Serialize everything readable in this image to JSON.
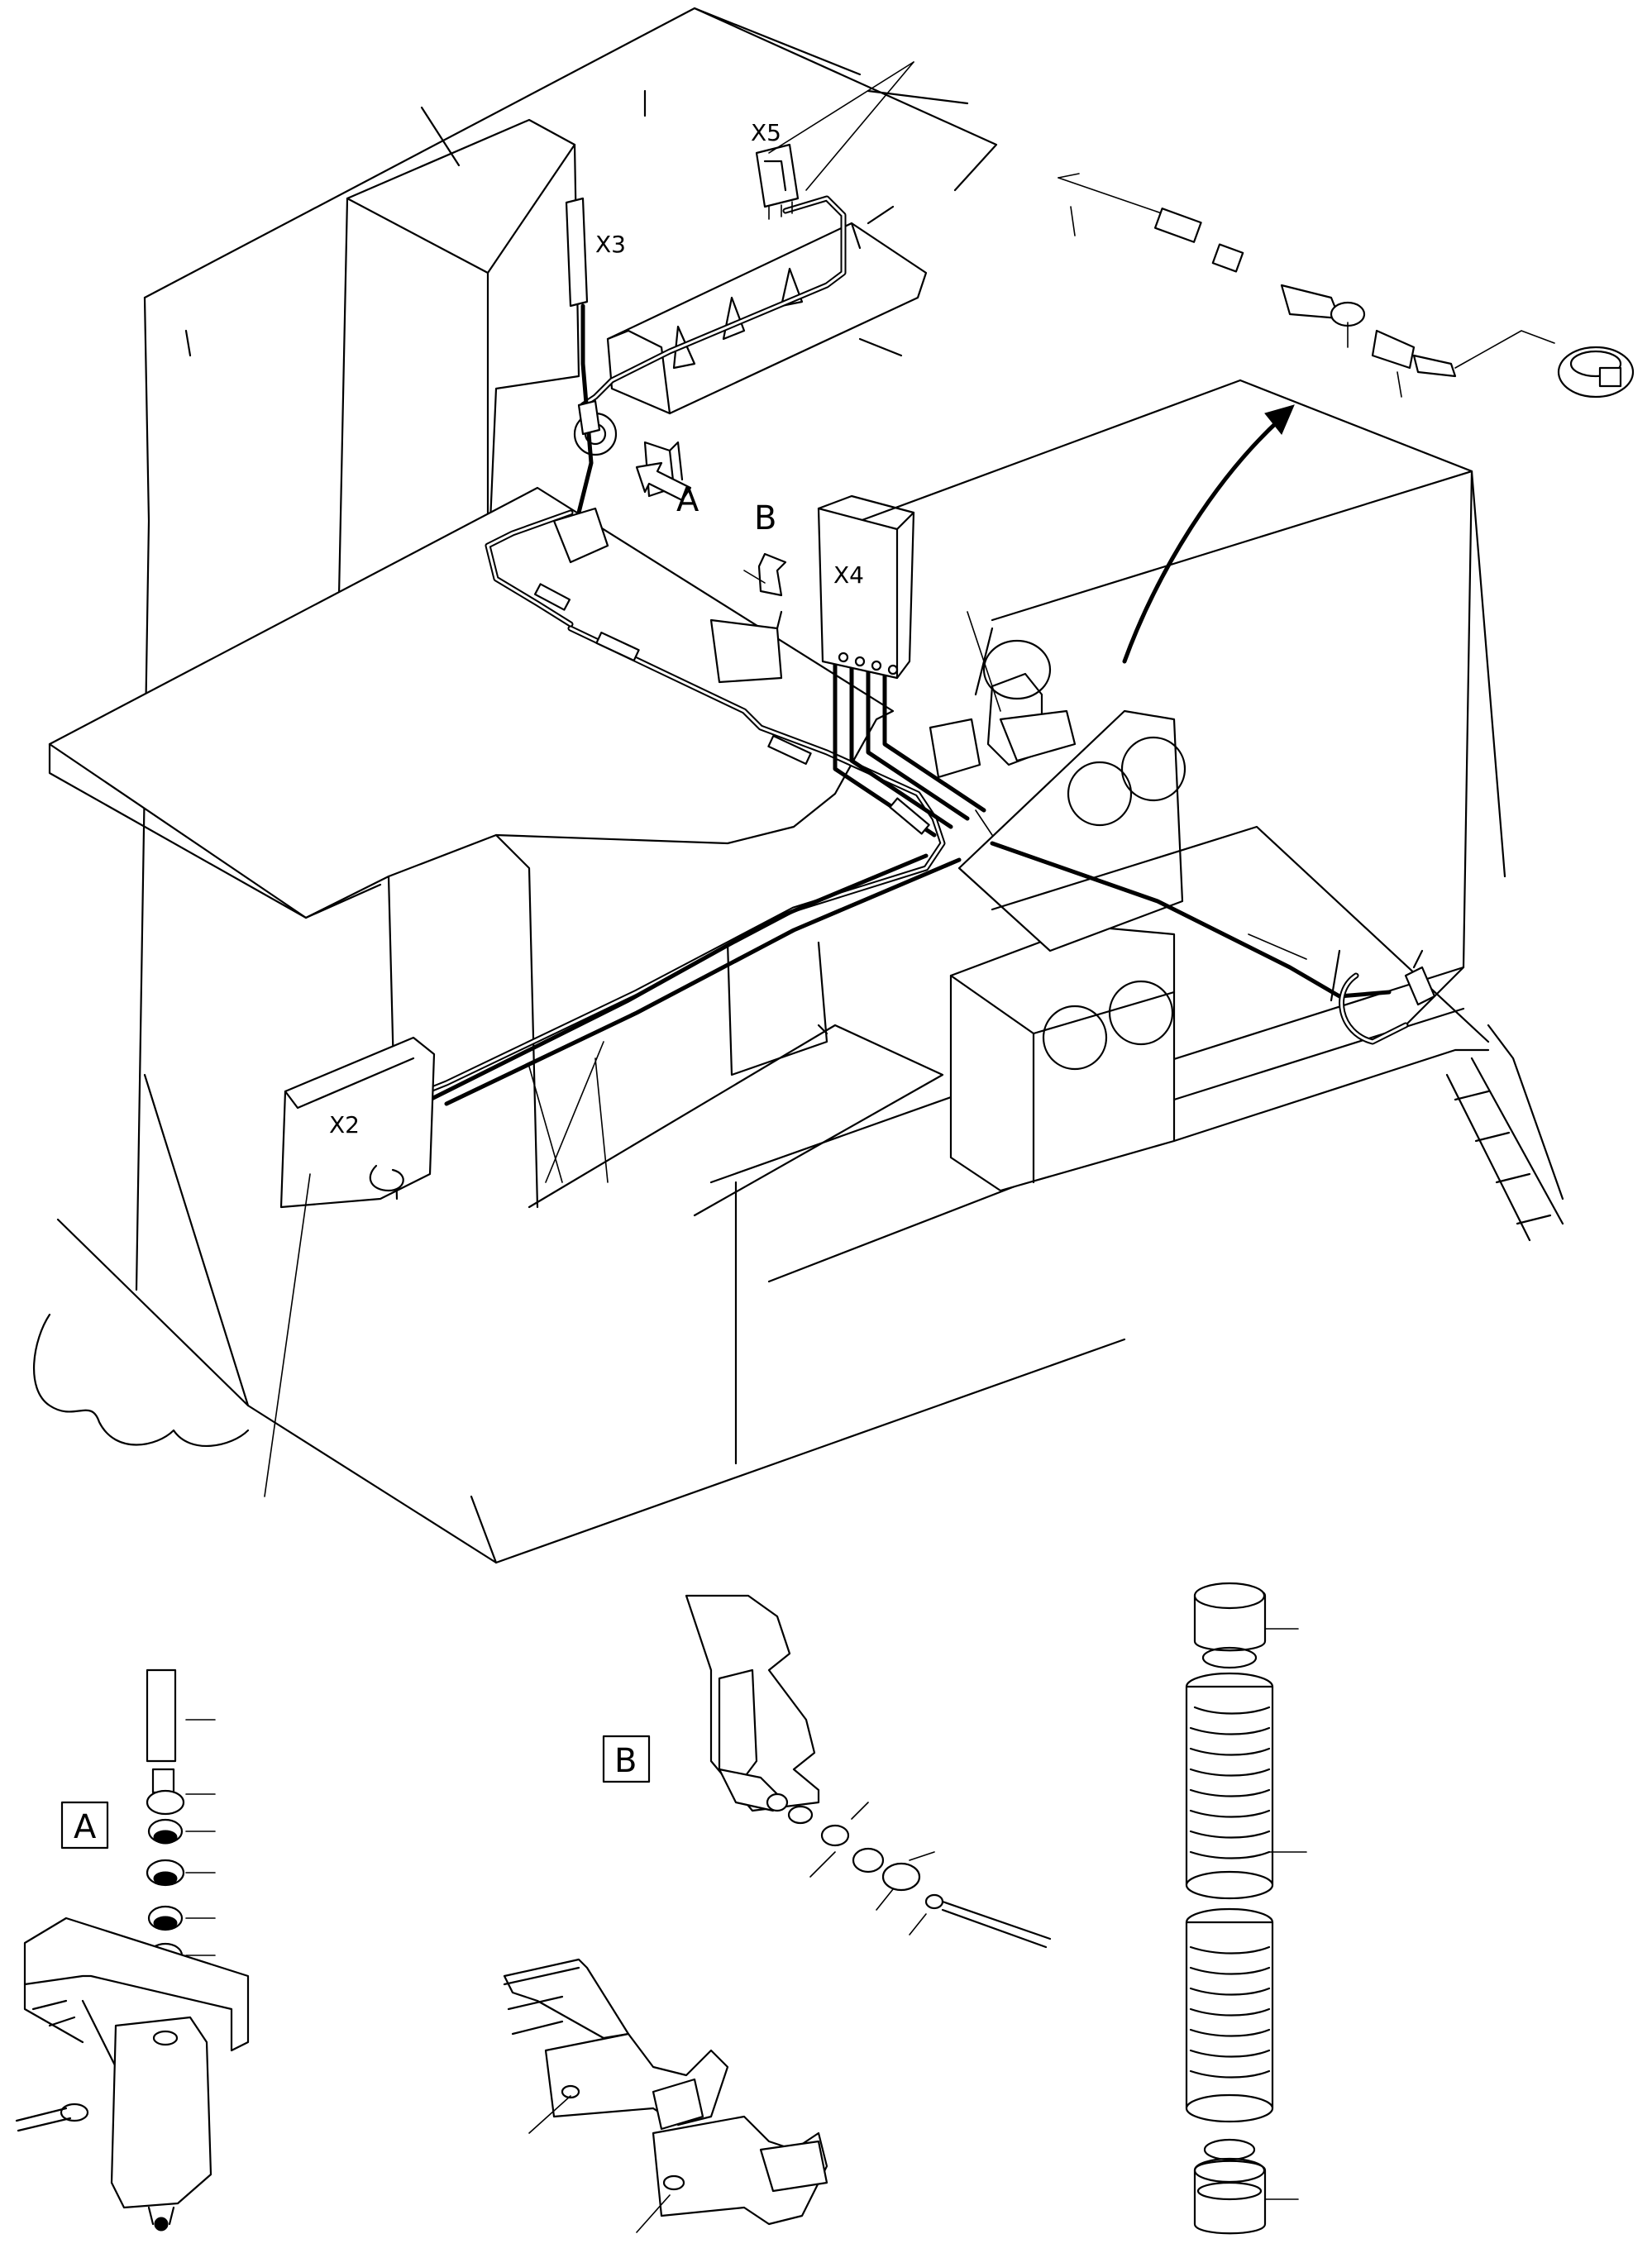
{
  "labels": {
    "x5": "X5",
    "x3": "X3",
    "x4": "X4",
    "x2": "X2",
    "view_a": "A",
    "view_b": "B"
  },
  "detail_boxes": {
    "detail_a": "A",
    "detail_b": "B"
  },
  "colors": {
    "line": "#000000",
    "background": "#ffffff"
  }
}
